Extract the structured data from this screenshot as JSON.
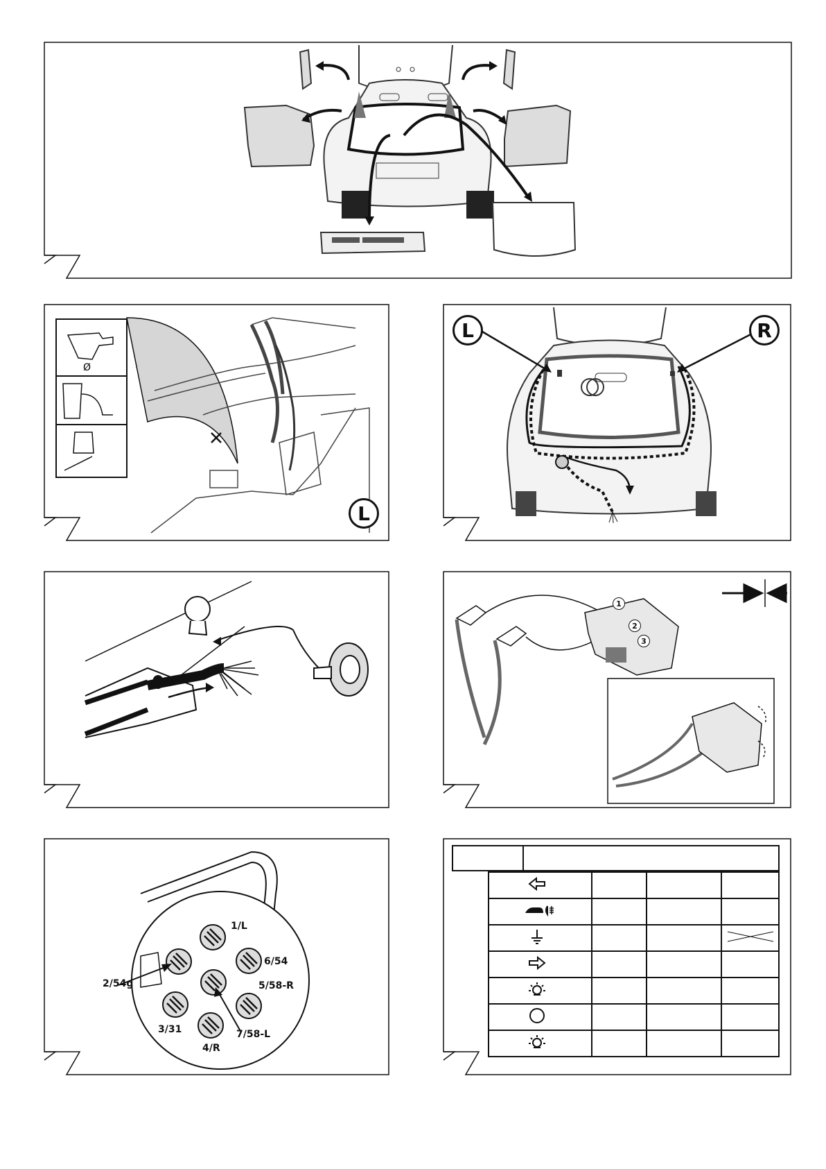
{
  "panels": {
    "step1": {},
    "step2": {
      "side": "L"
    },
    "step3": {
      "left_side": "L",
      "right_side": "R"
    },
    "step4": {},
    "step5": {
      "callouts": [
        "1",
        "2",
        "3"
      ]
    },
    "step6": {
      "pin_labels": {
        "p1": "1/L",
        "p2": "2/54g",
        "p3": "3/31",
        "p4": "4/R",
        "p5": "5/58-R",
        "p6": "6/54",
        "p7": "7/58-L"
      }
    },
    "step7": {
      "rows": [
        {
          "icon": "left-turn-arrow-icon"
        },
        {
          "icon": "fog-light-icon"
        },
        {
          "icon": "ground-icon",
          "crossed_last": true
        },
        {
          "icon": "right-turn-arrow-icon"
        },
        {
          "icon": "tail-light-icon"
        },
        {
          "icon": "brake-light-icon"
        },
        {
          "icon": "tail-light-icon"
        }
      ]
    }
  }
}
